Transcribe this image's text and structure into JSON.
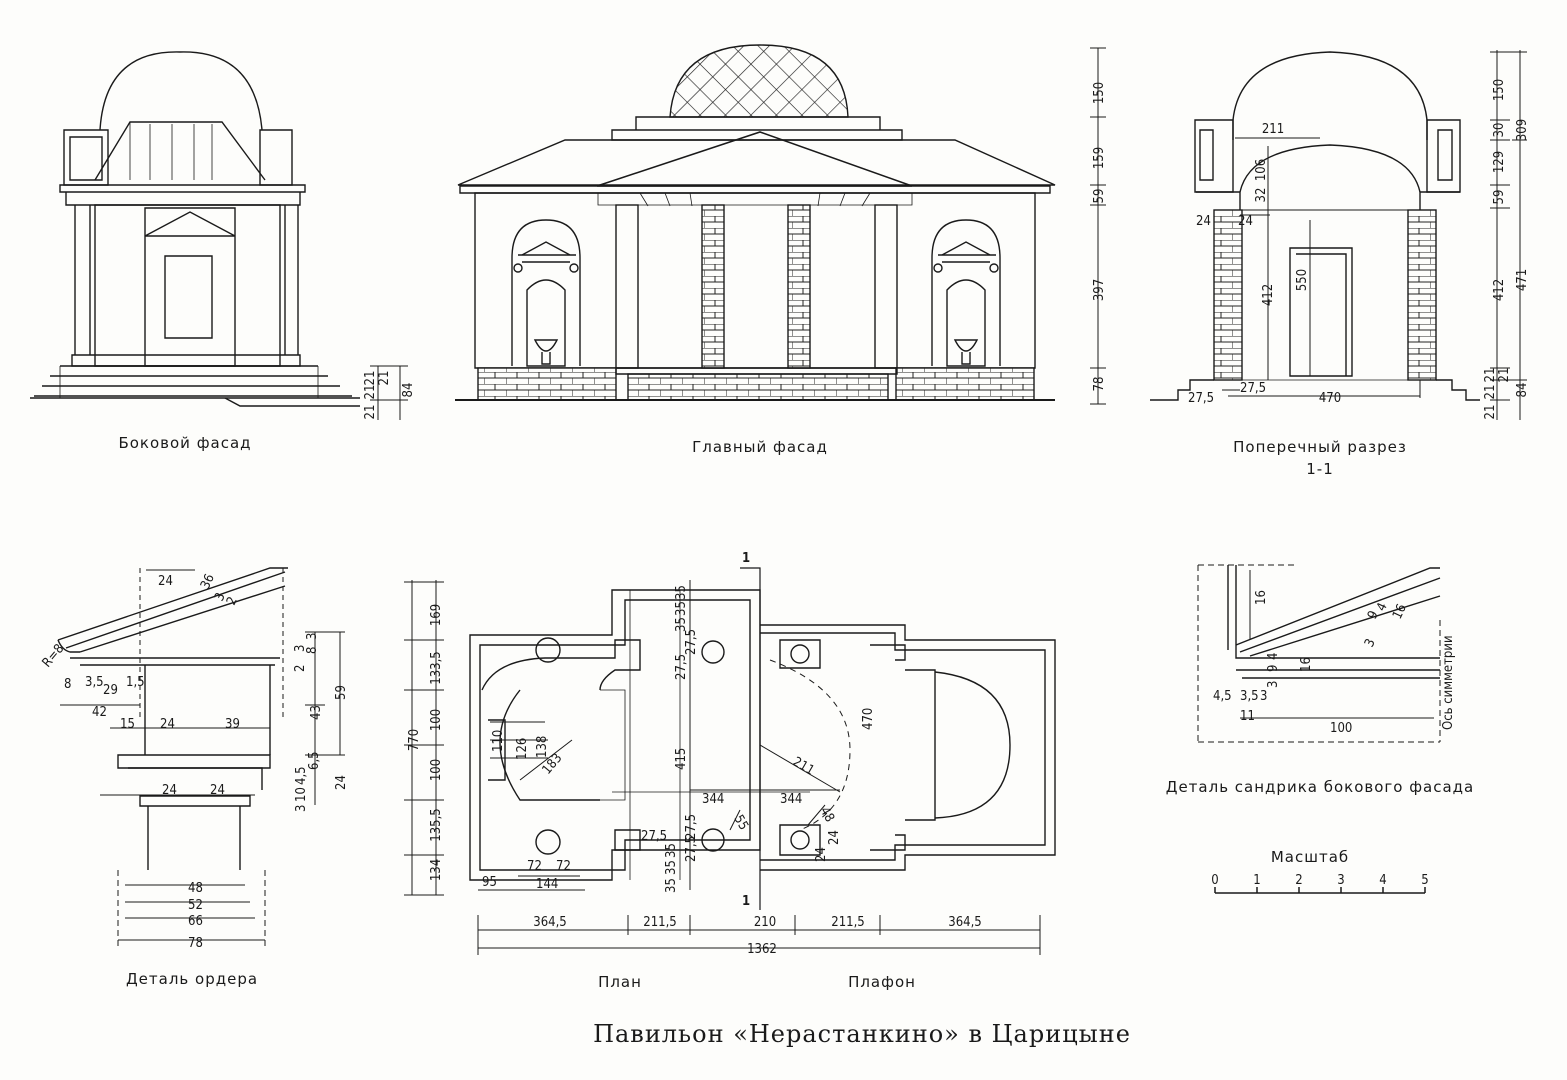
{
  "title": "Павильон «Нерастанкино» в Царицыне",
  "labels": {
    "side_facade": "Боковой фасад",
    "main_facade": "Главный фасад",
    "section": "Поперечный разрез",
    "section_id": "1-1",
    "order_detail": "Деталь ордера",
    "plan": "План",
    "ceiling": "Плафон",
    "sandrik_detail": "Деталь сандрика бокового фасада",
    "symmetry_axis": "Ось симметрии",
    "scale": "Масштаб"
  },
  "scale_ticks": [
    "0",
    "1",
    "2",
    "3",
    "4",
    "5"
  ],
  "dims": {
    "main_v": [
      "150",
      "159",
      "59",
      "397",
      "78"
    ],
    "side_v": [
      "84",
      "21",
      "21",
      "21",
      "21"
    ],
    "sec_right": [
      "150",
      "30",
      "129",
      "59",
      "412",
      "84",
      "21",
      "21",
      "21",
      "21",
      "309",
      "471"
    ],
    "sec_in": [
      "211",
      "32",
      "106",
      "24",
      "24",
      "412",
      "550",
      "27,5",
      "27,5",
      "470"
    ],
    "order": [
      "24",
      "36",
      "3",
      "2",
      "R=8",
      "2",
      "3",
      "8",
      "3",
      "8",
      "3,5",
      "29",
      "1,5",
      "42",
      "15",
      "24",
      "39",
      "43",
      "59",
      "3",
      "10",
      "4,5",
      "6,5",
      "24",
      "24",
      "24",
      "48",
      "52",
      "66",
      "78"
    ],
    "plan_v": [
      "770",
      "169",
      "133,5",
      "100",
      "100",
      "135,5",
      "134"
    ],
    "plan_in": [
      "35",
      "35",
      "35",
      "27,5",
      "27,5",
      "415",
      "110",
      "126",
      "138",
      "183",
      "211",
      "470",
      "344",
      "344",
      "55",
      "48",
      "24",
      "24",
      "27,5",
      "27,5",
      "27,5",
      "35",
      "35",
      "35",
      "72",
      "72",
      "95",
      "144"
    ],
    "plan_h": [
      "364,5",
      "211,5",
      "210",
      "211,5",
      "364,5",
      "1362"
    ],
    "section_marks": [
      "1",
      "1"
    ],
    "sandrik": [
      "16",
      "9",
      "4",
      "16",
      "3",
      "9",
      "4",
      "16",
      "3",
      "4,5",
      "3,5",
      "3",
      "11",
      "100"
    ]
  }
}
